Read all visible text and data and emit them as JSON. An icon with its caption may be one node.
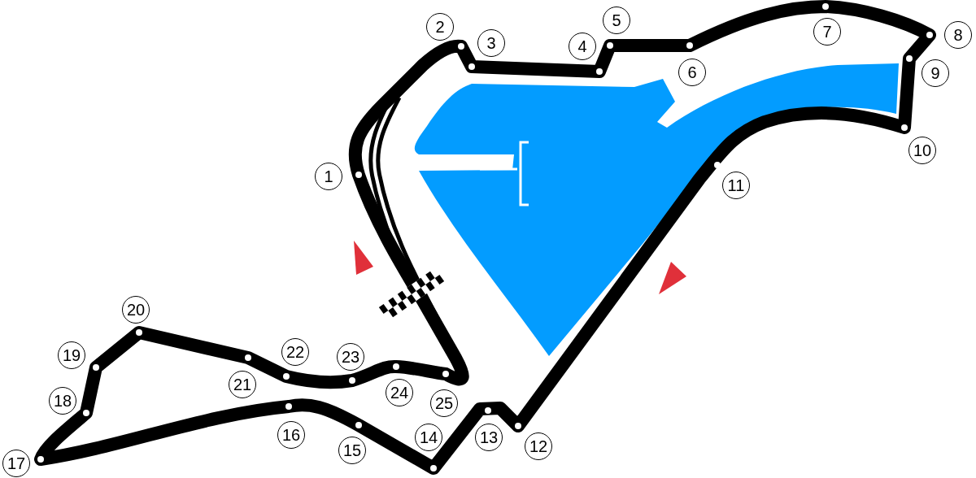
{
  "diagram": {
    "labels": [
      "1",
      "2",
      "3",
      "4",
      "5",
      "6",
      "7",
      "8",
      "9",
      "10",
      "11",
      "12",
      "13",
      "14",
      "15",
      "16",
      "17",
      "18",
      "19",
      "20",
      "21",
      "22",
      "23",
      "24",
      "25"
    ]
  }
}
